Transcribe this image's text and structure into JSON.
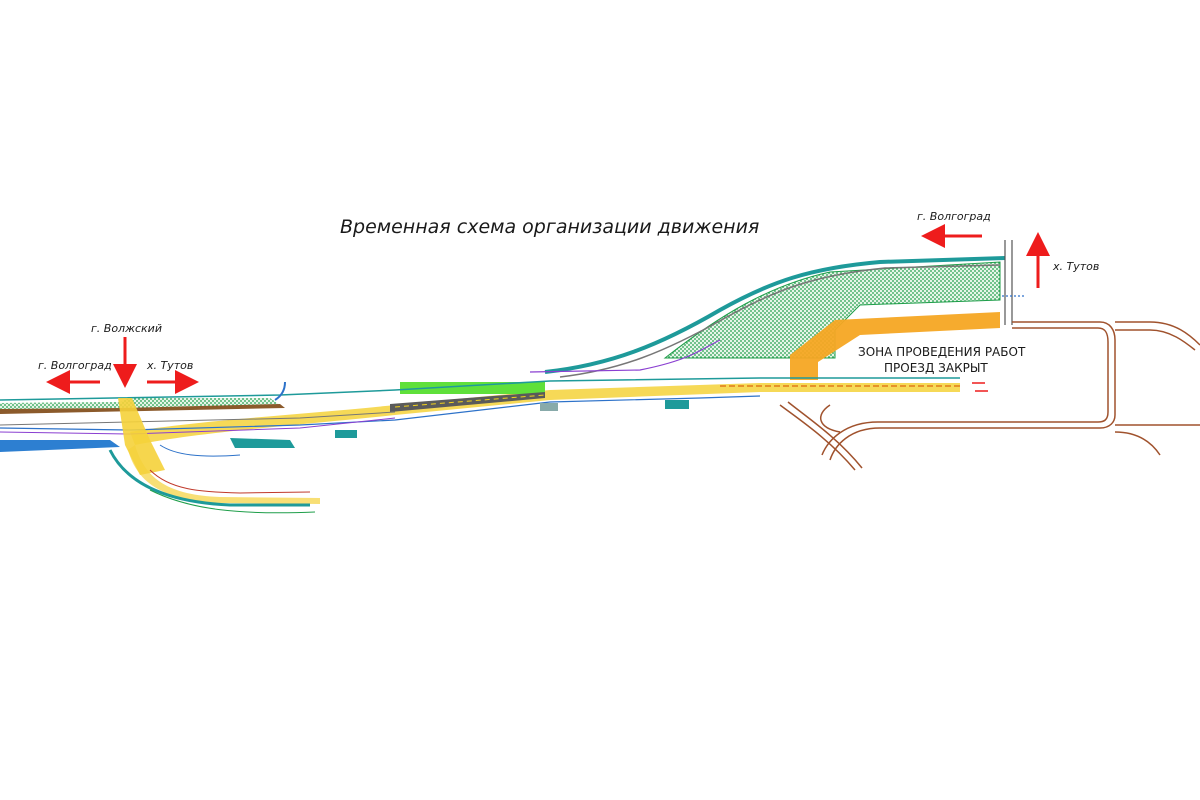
{
  "title": "Временная схема организации движения",
  "labels": {
    "left_volzhsky": "г. Волжский",
    "left_volgograd": "г. Волгоград",
    "left_tutov": "х. Тутов",
    "right_volgograd": "г. Волгоград",
    "right_tutov": "х. Тутов",
    "work_zone_line1": "ЗОНА ПРОВЕДЕНИЯ РАБОТ",
    "work_zone_line2": "ПРОЕЗД ЗАКРЫТ"
  },
  "colors": {
    "arrow": "#ee1c1c",
    "green_hatch": "#1f9e4a",
    "green_fill": "#5fe03a",
    "teal_edge": "#1e9a9a",
    "blue_edge": "#2d72c9",
    "work_zone": "#f5a623",
    "brown_road": "#a0522d",
    "dark_road": "#555555",
    "yellow_marking": "#f2d21b"
  }
}
